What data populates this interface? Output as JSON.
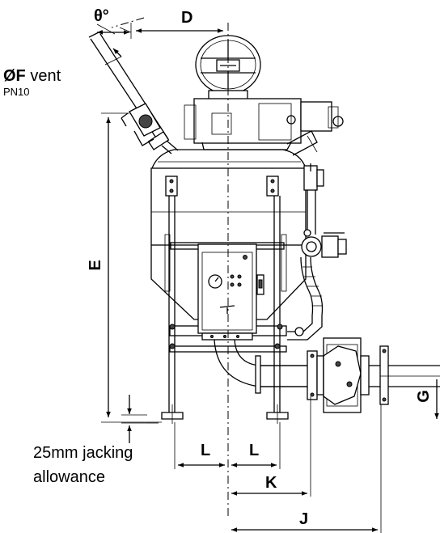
{
  "dimensions": {
    "theta": "θ°",
    "D": "D",
    "E": "E",
    "G": "G",
    "L_left": "L",
    "L_right": "L",
    "K": "K",
    "J": "J"
  },
  "vent_label": {
    "symbol": "ØF",
    "text": " vent",
    "rating": "PN10"
  },
  "jacking_note": {
    "line1": "25mm jacking",
    "line2": "allowance"
  }
}
